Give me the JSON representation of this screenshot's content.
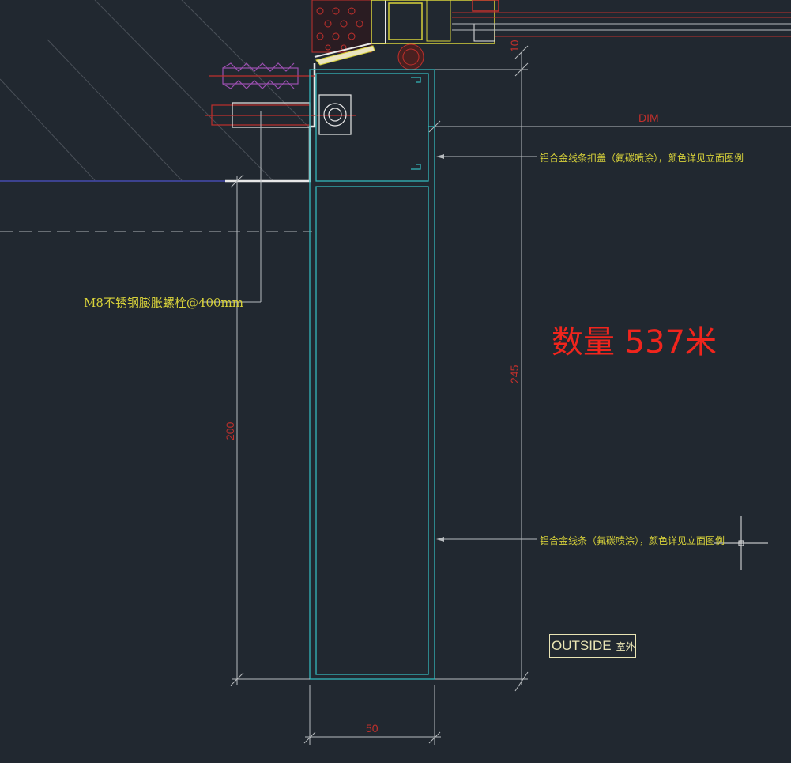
{
  "annotations": {
    "cover_note": "铝合金线条扣盖（氟碳喷涂），颜色详见立面图例",
    "strip_note": "铝合金线条（氟碳喷涂），颜色详见立面图例",
    "bolt_note": "M8不锈钢膨胀螺栓@400mm",
    "quantity": "数量 537米",
    "outside_en": "OUTSIDE",
    "outside_cn": "室外"
  },
  "dimensions": {
    "dim_label": "DIM",
    "top_gap": "10",
    "total_height": "245",
    "lower_height": "200",
    "width": "50"
  },
  "colors": {
    "background": "#212830",
    "profile_cyan": "#34b7bb",
    "dimension_line": "#b8bcbf",
    "dimension_text": "#c0302c",
    "note_text": "#d8d23a",
    "quantity_text": "#f0251d",
    "bracket": "#e8e8e8",
    "anchor_bolt": "#9b4fb0"
  }
}
